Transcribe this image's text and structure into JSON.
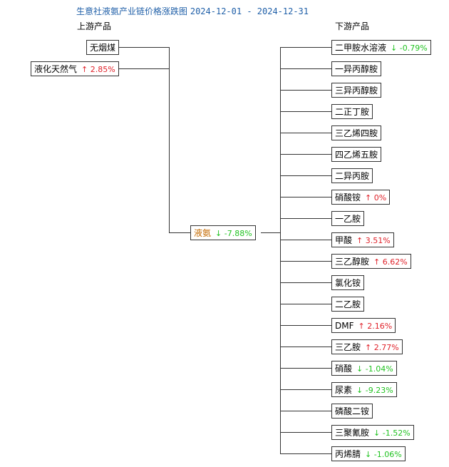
{
  "title": {
    "prefix": "生意社液氨产业链价格涨跌图",
    "date_range": "2024-12-01 - 2024-12-31"
  },
  "labels": {
    "upstream": "上游产品",
    "downstream": "下游产品"
  },
  "colors": {
    "up": "#e0222a",
    "down": "#21c321",
    "center": "#c46a00",
    "title": "#1f5fa8"
  },
  "center": {
    "name": "液氨",
    "arrow": "↓",
    "change": "-7.88%",
    "dir": "down"
  },
  "upstream": [
    {
      "name": "无烟煤",
      "arrow": "",
      "change": "",
      "dir": ""
    },
    {
      "name": "液化天然气",
      "arrow": "↑",
      "change": "2.85%",
      "dir": "up"
    }
  ],
  "downstream": [
    {
      "name": "二甲胺水溶液",
      "arrow": "↓",
      "change": "-0.79%",
      "dir": "down"
    },
    {
      "name": "一异丙醇胺",
      "arrow": "",
      "change": "",
      "dir": ""
    },
    {
      "name": "三异丙醇胺",
      "arrow": "",
      "change": "",
      "dir": ""
    },
    {
      "name": "二正丁胺",
      "arrow": "",
      "change": "",
      "dir": ""
    },
    {
      "name": "三乙烯四胺",
      "arrow": "",
      "change": "",
      "dir": ""
    },
    {
      "name": "四乙烯五胺",
      "arrow": "",
      "change": "",
      "dir": ""
    },
    {
      "name": "二异丙胺",
      "arrow": "",
      "change": "",
      "dir": ""
    },
    {
      "name": "硝酸铵",
      "arrow": "↑",
      "change": "0%",
      "dir": "up"
    },
    {
      "name": "一乙胺",
      "arrow": "",
      "change": "",
      "dir": ""
    },
    {
      "name": "甲酸",
      "arrow": "↑",
      "change": "3.51%",
      "dir": "up"
    },
    {
      "name": "三乙醇胺",
      "arrow": "↑",
      "change": "6.62%",
      "dir": "up"
    },
    {
      "name": "氯化铵",
      "arrow": "",
      "change": "",
      "dir": ""
    },
    {
      "name": "二乙胺",
      "arrow": "",
      "change": "",
      "dir": ""
    },
    {
      "name": "DMF",
      "arrow": "↑",
      "change": "2.16%",
      "dir": "up"
    },
    {
      "name": "三乙胺",
      "arrow": "↑",
      "change": "2.77%",
      "dir": "up"
    },
    {
      "name": "硝酸",
      "arrow": "↓",
      "change": "-1.04%",
      "dir": "down"
    },
    {
      "name": "尿素",
      "arrow": "↓",
      "change": "-9.23%",
      "dir": "down"
    },
    {
      "name": "磷酸二铵",
      "arrow": "",
      "change": "",
      "dir": ""
    },
    {
      "name": "三聚氰胺",
      "arrow": "↓",
      "change": "-1.52%",
      "dir": "down"
    },
    {
      "name": "丙烯腈",
      "arrow": "↓",
      "change": "-1.06%",
      "dir": "down"
    }
  ]
}
